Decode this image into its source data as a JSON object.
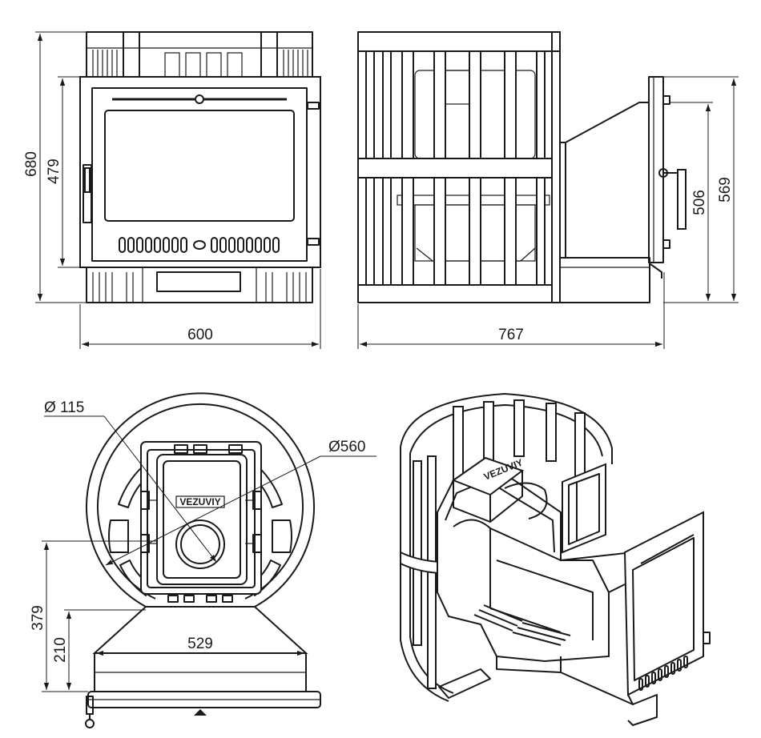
{
  "front_view": {
    "height_total": "680",
    "height_door": "479",
    "width": "600"
  },
  "side_view": {
    "depth": "767",
    "height_tunnel_inner": "506",
    "height_tunnel_outer": "569"
  },
  "top_view": {
    "flue_diameter": "Ø 115",
    "mesh_diameter": "Ø560",
    "brand": "VEZUVIY",
    "height_379": "379",
    "height_210": "210",
    "base_width": "529"
  },
  "iso_view": {
    "brand": "VEZUVIY"
  }
}
